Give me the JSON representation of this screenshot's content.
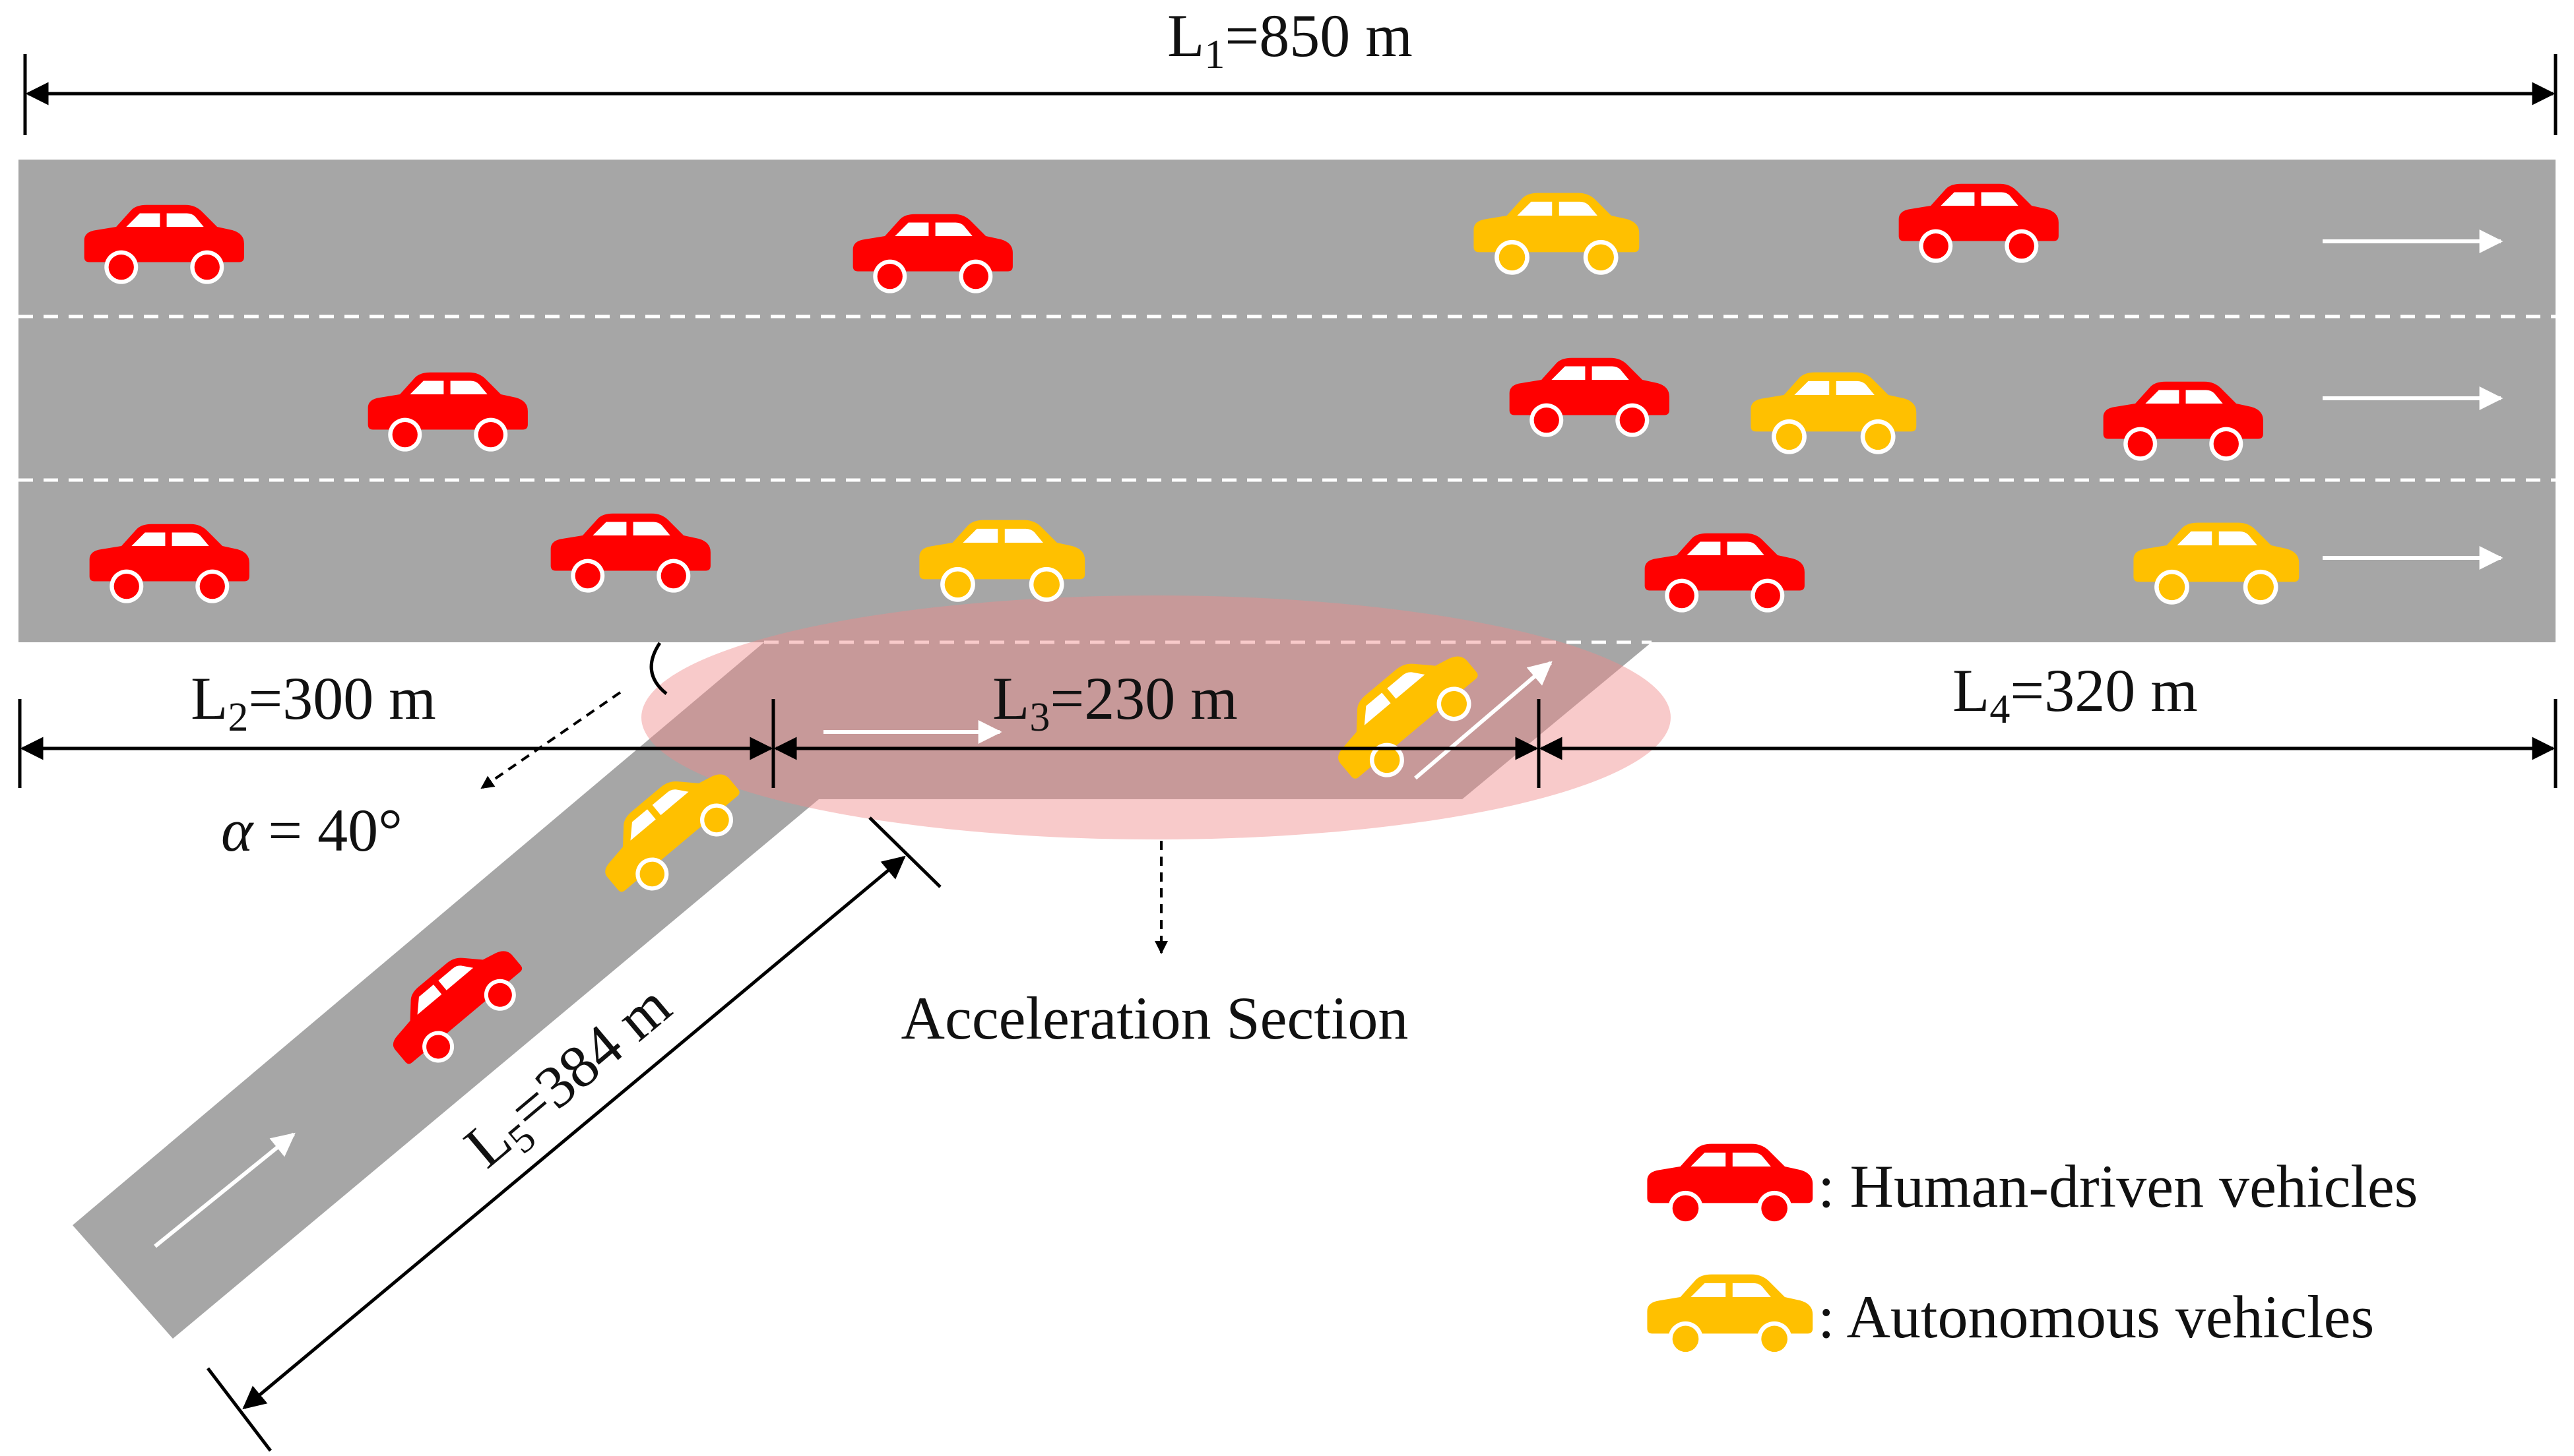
{
  "dimensions": {
    "L1": {
      "name": "L",
      "sub": "1",
      "value": "=850 m"
    },
    "L2": {
      "name": "L",
      "sub": "2",
      "value": "=300 m"
    },
    "L3": {
      "name": "L",
      "sub": "3",
      "value": "=230 m"
    },
    "L4": {
      "name": "L",
      "sub": "4",
      "value": "=320 m"
    },
    "L5": {
      "name": "L",
      "sub": "5",
      "value": "=384 m"
    }
  },
  "angle": {
    "symbol": "α",
    "value": " = 40°"
  },
  "acceleration_section": {
    "label": "Acceleration Section"
  },
  "legend": [
    {
      "label": ": Human-driven vehicles",
      "color": "#ff0000"
    },
    {
      "label": ": Autonomous vehicles",
      "color": "#ffc000"
    }
  ],
  "colors": {
    "road": "#a6a6a6",
    "lane_marking": "#ffffff",
    "human_driven": "#ff0000",
    "autonomous": "#ffc000",
    "acceleration_highlight": "#f4b6b6"
  },
  "icons": [
    "car-icon",
    "arrow-icon"
  ],
  "vehicles": {
    "mainline_lane_1": [
      "human",
      "human",
      "autonomous",
      "human"
    ],
    "mainline_lane_2": [
      "human",
      "human",
      "autonomous",
      "human"
    ],
    "mainline_lane_3": [
      "human",
      "human",
      "autonomous",
      "human",
      "autonomous"
    ],
    "acceleration_lane": [
      "autonomous"
    ],
    "on_ramp": [
      "autonomous",
      "human"
    ]
  }
}
